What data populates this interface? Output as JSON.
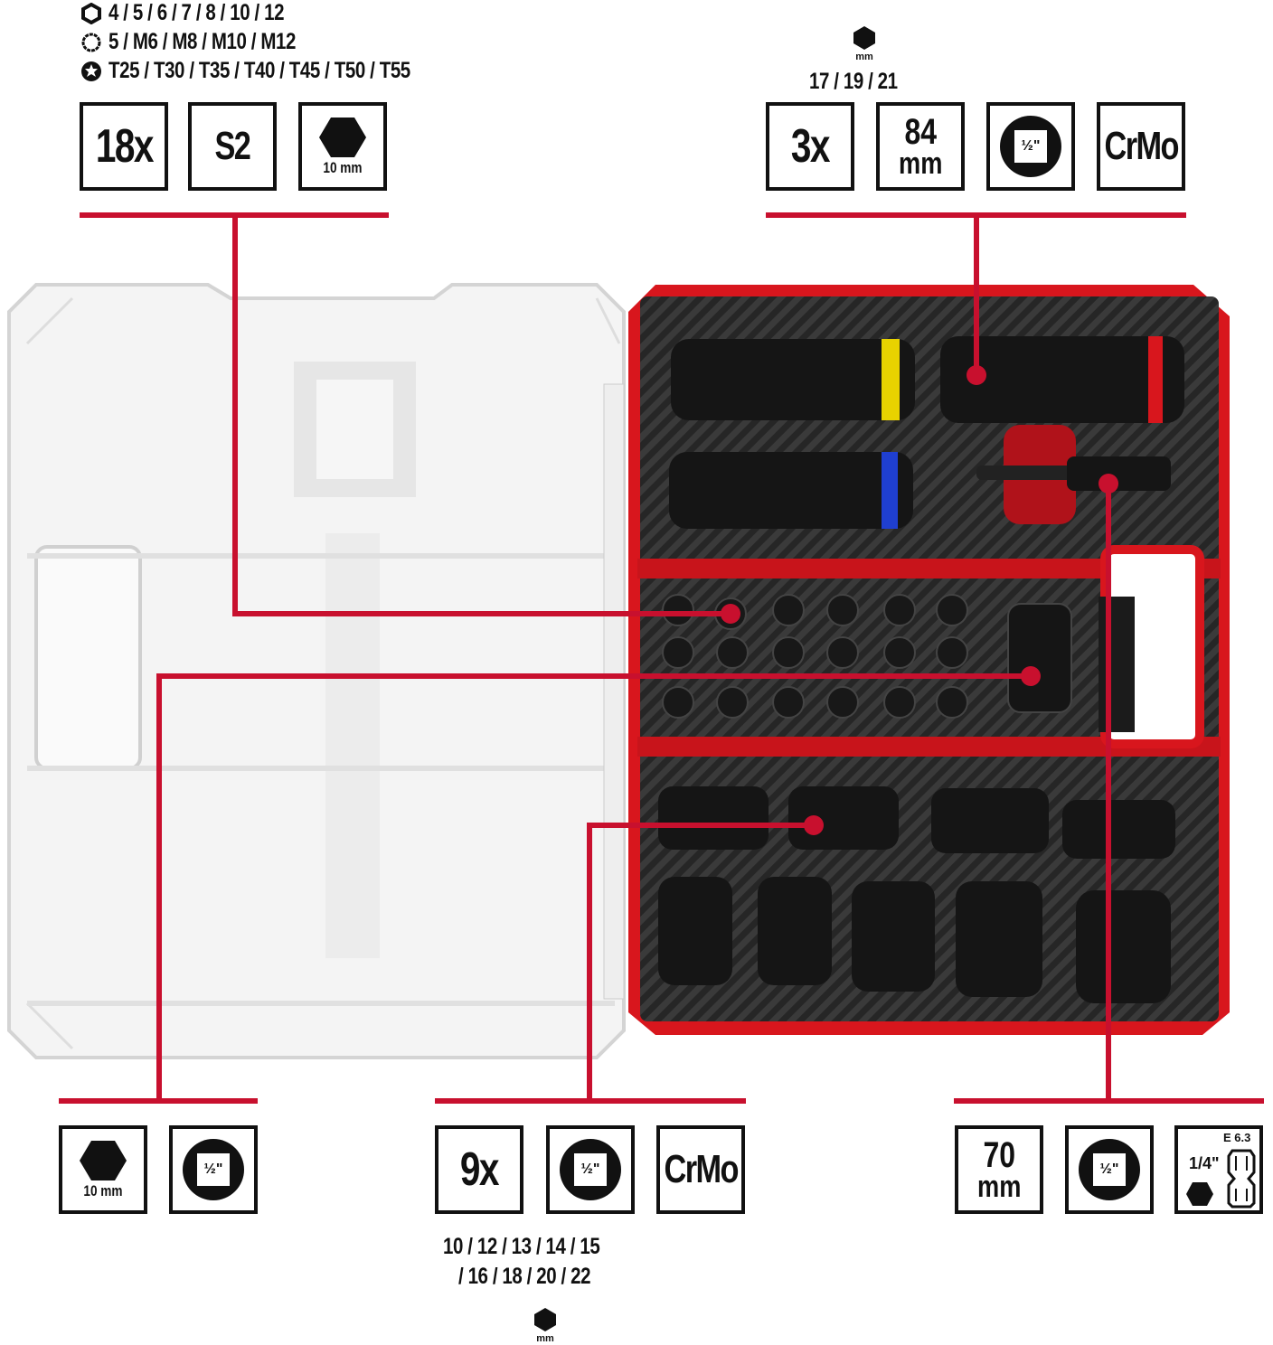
{
  "bits": {
    "hex_sizes": "4 / 5 / 6 / 7 / 8 / 10 / 12",
    "spline_sizes": "5 / M6 / M8 / M10 / M12",
    "torx_sizes": "T25 / T30 / T35 / T40 / T45 / T50 / T55",
    "count": "18x",
    "material": "S2",
    "shank": "10 mm",
    "icons": [
      "hex-profile-icon",
      "spline-profile-icon",
      "torx-profile-icon",
      "hexagon-icon"
    ]
  },
  "deep_sockets": {
    "unit": "mm",
    "sizes": "17 / 19 / 21",
    "count": "3x",
    "length_value": "84",
    "length_unit": "mm",
    "drive": "½\"",
    "material": "CrMo"
  },
  "adapter": {
    "shank": "10 mm",
    "drive": "½\""
  },
  "sockets": {
    "count": "9x",
    "drive": "½\"",
    "material": "CrMo",
    "sizes_line1": "10 / 12 / 13 / 14 / 15",
    "sizes_line2": "/ 16 / 18 / 20 / 22",
    "unit": "mm"
  },
  "extension": {
    "length_value": "70",
    "length_unit": "mm",
    "drive": "½\"",
    "bit_size": "1/4\"",
    "bit_standard": "E 6.3"
  },
  "colors": {
    "accent": "#c8102e",
    "case_red": "#d8161d",
    "foam": "#2a2a2a",
    "socket_ring_yellow": "#e8d200",
    "socket_ring_blue": "#1f3fd0",
    "socket_ring_red": "#d8161d"
  }
}
